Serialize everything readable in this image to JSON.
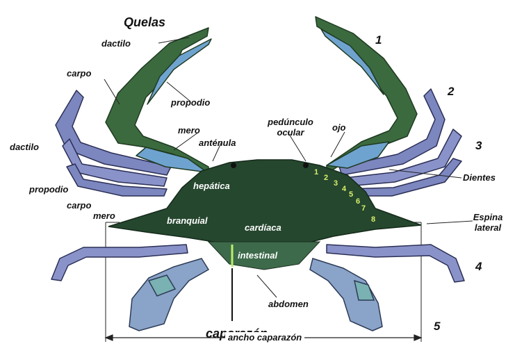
{
  "labels": {
    "quelas": "Quelas",
    "dactilo_claw": "dactilo",
    "carpo_claw": "carpo",
    "propodio_claw": "propodio",
    "mero_claw": "mero",
    "antenula": "anténula",
    "pedunculo_ocular": "pedúnculo\nocular",
    "ojo": "ojo",
    "dactilo_leg": "dactilo",
    "propodio_leg": "propodio",
    "carpo_leg": "carpo",
    "mero_leg": "mero",
    "hepatica": "hepática",
    "branquial": "branquial",
    "cardiaca": "cardíaca",
    "intestinal": "intestinal",
    "abdomen": "abdomen",
    "caparazon": "caparazón",
    "ancho_caparazon": "ancho caparazón",
    "dientes": "Dientes",
    "espina_lateral": "Espina\nlateral"
  },
  "leg_numbers": [
    "1",
    "2",
    "3",
    "4",
    "5"
  ],
  "teeth_numbers": [
    "1",
    "2",
    "3",
    "4",
    "5",
    "6",
    "7",
    "8"
  ],
  "colors": {
    "carapace": "#25472e",
    "claw_green": "#3b6a3e",
    "claw_blue": "#6fa3cf",
    "leg_lavender": "#7c86bf",
    "leg_outline": "#2b2f55",
    "tooth_label": "#d8f06a",
    "intestinal_line": "#b9f06a"
  }
}
